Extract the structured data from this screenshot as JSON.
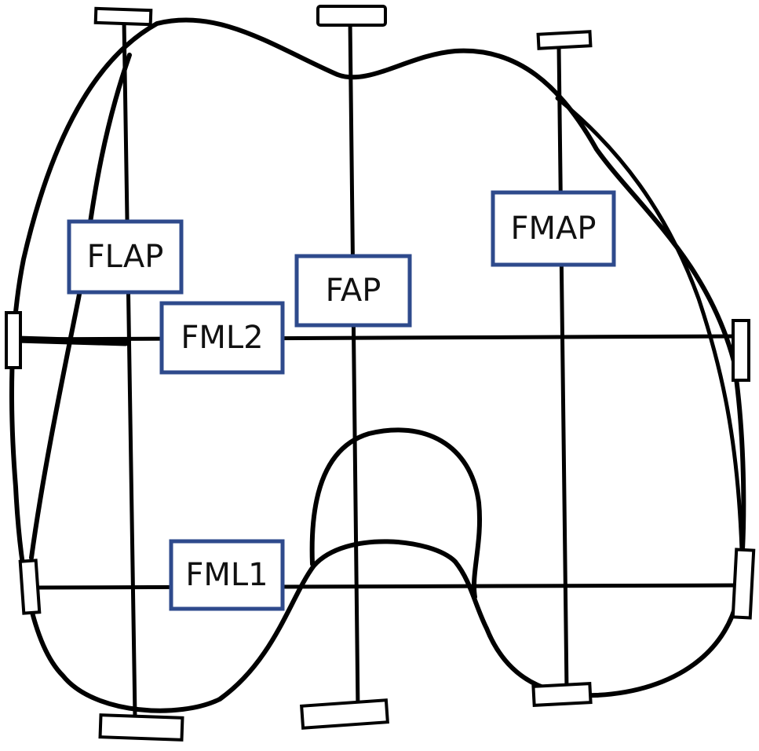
{
  "labels": {
    "flap": "FLAP",
    "fap": "FAP",
    "fmap": "FMAP",
    "fml2": "FML2",
    "fml1": "FML1"
  },
  "colors": {
    "ink": "#000000",
    "label_border": "#2e4a8c",
    "background": "#ffffff"
  }
}
